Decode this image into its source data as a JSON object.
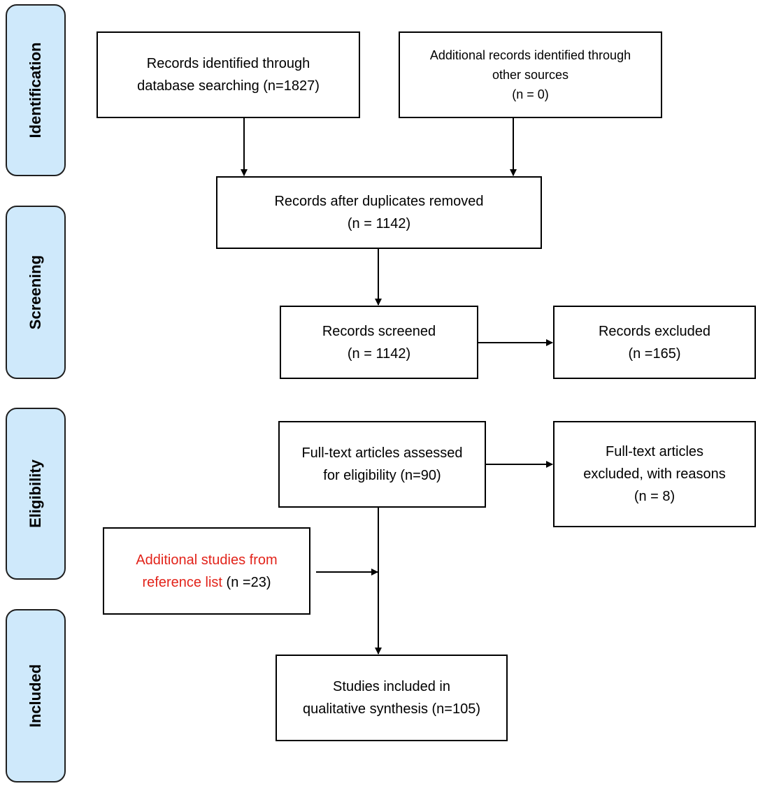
{
  "stages": {
    "identification": "Identification",
    "screening": "Screening",
    "eligibility": "Eligibility",
    "included": "Included"
  },
  "boxes": {
    "database": {
      "line1": "Records identified through",
      "line2": "database searching (n=1827)"
    },
    "other_sources": {
      "line1": "Additional records identified through",
      "line2": "other sources",
      "line3": "(n = 0)"
    },
    "duplicates_removed": {
      "line1": "Records after duplicates removed",
      "line2": "(n = 1142)"
    },
    "screened": {
      "line1": "Records screened",
      "line2": "(n = 1142)"
    },
    "excluded": {
      "line1": "Records excluded",
      "line2": "(n =165)"
    },
    "fulltext_assessed": {
      "line1": "Full-text articles assessed",
      "line2": "for eligibility (n=90)"
    },
    "fulltext_excluded": {
      "line1": "Full-text articles",
      "line2": "excluded, with reasons",
      "line3": "(n = 8)"
    },
    "additional_studies": {
      "line1": "Additional studies from",
      "line2_red": "reference list",
      "line2_black": " (n =23)"
    },
    "included_studies": {
      "line1": "Studies included in",
      "line2": "qualitative synthesis (n=105)"
    }
  },
  "colors": {
    "stage_fill": "#cfe9fb",
    "highlight_text": "#e2231a",
    "border": "#000000"
  }
}
